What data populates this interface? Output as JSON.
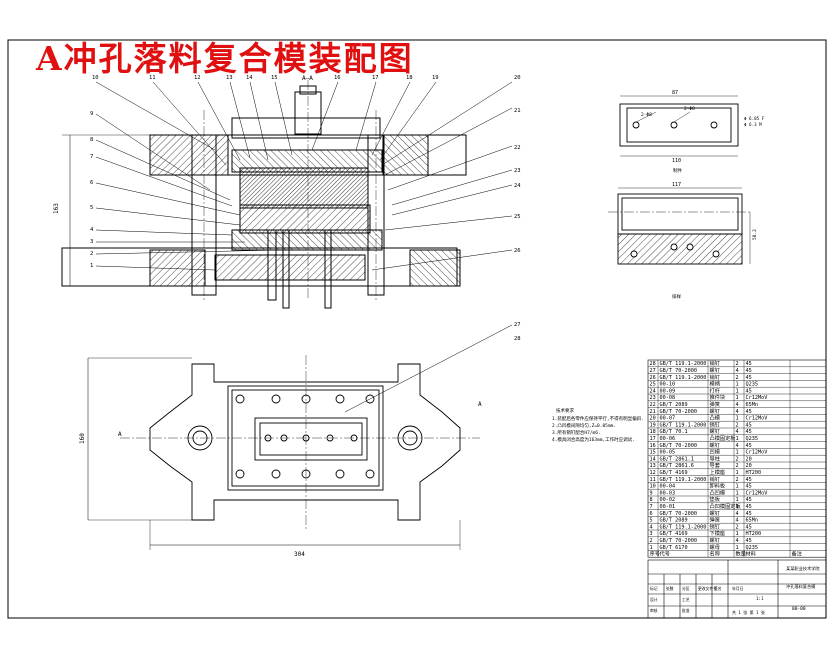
{
  "title": "A冲孔落料复合模装配图",
  "section_label": "A—A",
  "dimensions": {
    "front_height": "163",
    "plan_width": "304",
    "plan_height": "160",
    "part_width": "87",
    "part_length": "110",
    "strip_width": "117",
    "strip_height": "58.2",
    "hole_dia_a": "2-Φ8",
    "hole_dia_b": "2-Φ8"
  },
  "section_arrow_label": "A",
  "part_notes": [
    "Φ 6.05 F",
    "Φ 6.3 M"
  ],
  "part_caption": "制件",
  "strip_caption": "排样",
  "balloons_left": [
    "10",
    "11",
    "12",
    "13",
    "14",
    "15",
    "16",
    "17",
    "18",
    "19",
    "20",
    "21",
    "22",
    "23",
    "24",
    "25",
    "26",
    "27",
    "28",
    "9",
    "8",
    "7",
    "6",
    "5",
    "4",
    "3",
    "2",
    "1"
  ],
  "tech_requirements": [
    "技术要求",
    "1.装配后各零件应保持平行,不得有明显偏斜.",
    "2.凸凹模间隙均匀,Z=0.05mm.",
    "3.所有销钉配合H7/m6.",
    "4.模具闭合高度为163mm,工作时应调试."
  ],
  "bom": {
    "columns": [
      "序号",
      "代号",
      "名称",
      "数量",
      "材料",
      "备注"
    ],
    "rows": [
      [
        "28",
        "GB/T 119.1-2000",
        "销钉",
        "2",
        "45",
        ""
      ],
      [
        "27",
        "GB/T 70-2000",
        "螺钉",
        "4",
        "45",
        ""
      ],
      [
        "26",
        "GB/T 119.1-2000",
        "销钉",
        "2",
        "45",
        ""
      ],
      [
        "25",
        "00-10",
        "模柄",
        "1",
        "Q235",
        ""
      ],
      [
        "24",
        "00-09",
        "打杆",
        "1",
        "45",
        ""
      ],
      [
        "23",
        "00-08",
        "推件块",
        "1",
        "Cr12MoV",
        ""
      ],
      [
        "22",
        "GB/T 2089",
        "弹簧",
        "4",
        "65Mn",
        ""
      ],
      [
        "21",
        "GB/T 70-2000",
        "螺钉",
        "4",
        "45",
        ""
      ],
      [
        "20",
        "00-07",
        "凸模",
        "1",
        "Cr12MoV",
        ""
      ],
      [
        "19",
        "GB/T 119.1-2000",
        "销钉",
        "2",
        "45",
        ""
      ],
      [
        "18",
        "GB/T 70.1",
        "螺钉",
        "4",
        "45",
        ""
      ],
      [
        "17",
        "00-06",
        "凸模固定板",
        "1",
        "Q235",
        ""
      ],
      [
        "16",
        "GB/T 70-2000",
        "螺钉",
        "4",
        "45",
        ""
      ],
      [
        "15",
        "00-05",
        "凹模",
        "1",
        "Cr12MoV",
        ""
      ],
      [
        "14",
        "GB/T 2861.1",
        "导柱",
        "2",
        "20",
        ""
      ],
      [
        "13",
        "GB/T 2861.6",
        "导套",
        "2",
        "20",
        ""
      ],
      [
        "12",
        "GB/T 4169",
        "上模座",
        "1",
        "HT200",
        ""
      ],
      [
        "11",
        "GB/T 119.1-2000",
        "销钉",
        "2",
        "45",
        ""
      ],
      [
        "10",
        "00-04",
        "卸料板",
        "1",
        "45",
        ""
      ],
      [
        "9",
        "00-03",
        "凸凹模",
        "1",
        "Cr12MoV",
        ""
      ],
      [
        "8",
        "00-02",
        "垫板",
        "1",
        "45",
        ""
      ],
      [
        "7",
        "00-01",
        "凸凹模固定板",
        "1",
        "45",
        ""
      ],
      [
        "6",
        "GB/T 70-2000",
        "螺钉",
        "4",
        "45",
        ""
      ],
      [
        "5",
        "GB/T 2089",
        "弹簧",
        "4",
        "65Mn",
        ""
      ],
      [
        "4",
        "GB/T 119.1-2000",
        "销钉",
        "2",
        "45",
        ""
      ],
      [
        "3",
        "GB/T 4169",
        "下模座",
        "1",
        "HT200",
        ""
      ],
      [
        "2",
        "GB/T 70-2000",
        "螺钉",
        "4",
        "45",
        ""
      ],
      [
        "1",
        "GB/T 6170",
        "螺母",
        "1",
        "Q235",
        ""
      ]
    ]
  },
  "title_block": {
    "school": "某某职业技术学院",
    "drawing_name": "冲孔落料复合模",
    "drawing_no": "00-00",
    "scale": "1:1",
    "sheet": "共 1 张 第 1 张",
    "labels": [
      "标记",
      "处数",
      "分区",
      "更改文件号",
      "签名",
      "年月日",
      "设计",
      "审核",
      "工艺",
      "批准"
    ]
  },
  "colors": {
    "title": "#e01010",
    "line": "#000000",
    "hatch": "#000000",
    "background": "#ffffff"
  }
}
